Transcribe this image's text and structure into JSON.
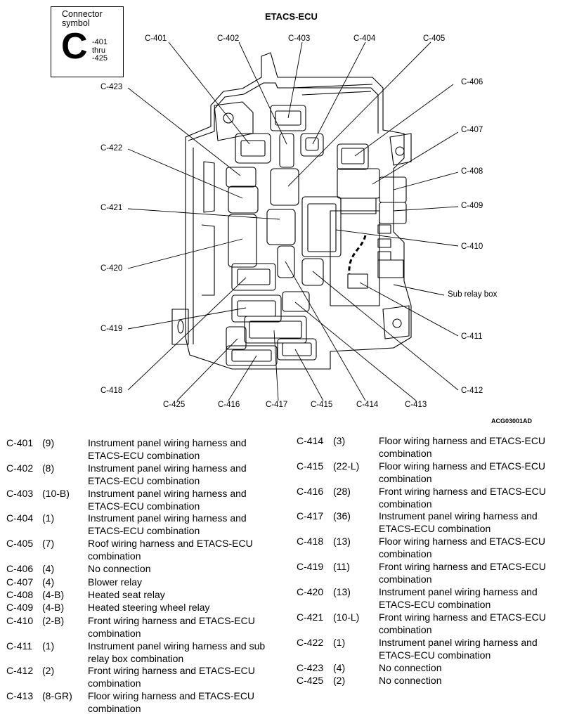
{
  "symbol": {
    "caption": "Connector symbol",
    "letter": "C",
    "range": [
      "-401",
      "thru",
      "-425"
    ]
  },
  "title": "ETACS-ECU",
  "figure_code": "ACG03001AD",
  "callouts": [
    "C-401",
    "C-402",
    "C-403",
    "C-404",
    "C-405",
    "C-406",
    "C-407",
    "C-408",
    "C-409",
    "C-410",
    "C-411",
    "C-412",
    "C-413",
    "C-414",
    "C-415",
    "C-416",
    "C-417",
    "C-418",
    "C-419",
    "C-420",
    "C-421",
    "C-422",
    "C-423",
    "C-425"
  ],
  "sub_relay_label": "Sub relay box",
  "legend_left": [
    {
      "id": "C-401",
      "count": "(9)",
      "desc": "Instrument panel wiring harness and ETACS-ECU combination"
    },
    {
      "id": "C-402",
      "count": "(8)",
      "desc": "Instrument panel wiring harness and ETACS-ECU combination"
    },
    {
      "id": "C-403",
      "count": "(10-B)",
      "desc": "Instrument panel wiring harness and ETACS-ECU combination"
    },
    {
      "id": "C-404",
      "count": "(1)",
      "desc": "Instrument panel wiring harness and ETACS-ECU combination"
    },
    {
      "id": "C-405",
      "count": "(7)",
      "desc": "Roof wiring harness and ETACS-ECU combination"
    },
    {
      "id": "C-406",
      "count": "(4)",
      "desc": "No connection"
    },
    {
      "id": "C-407",
      "count": "(4)",
      "desc": "Blower relay"
    },
    {
      "id": "C-408",
      "count": "(4-B)",
      "desc": "Heated seat relay"
    },
    {
      "id": "C-409",
      "count": "(4-B)",
      "desc": "Heated steering wheel relay"
    },
    {
      "id": "C-410",
      "count": "(2-B)",
      "desc": "Front wiring harness and ETACS-ECU combination"
    },
    {
      "id": "C-411",
      "count": "(1)",
      "desc": "Instrument panel wiring harness and sub relay box combination"
    },
    {
      "id": "C-412",
      "count": "(2)",
      "desc": "Front wiring harness and ETACS-ECU combination"
    },
    {
      "id": "C-413",
      "count": "(8-GR)",
      "desc": "Floor wiring harness and ETACS-ECU combination"
    }
  ],
  "legend_right": [
    {
      "id": "C-414",
      "count": "(3)",
      "desc": "Floor wiring harness and ETACS-ECU combination"
    },
    {
      "id": "C-415",
      "count": "(22-L)",
      "desc": "Floor wiring harness and ETACS-ECU combination"
    },
    {
      "id": "C-416",
      "count": "(28)",
      "desc": "Front wiring harness and ETACS-ECU combination"
    },
    {
      "id": "C-417",
      "count": "(36)",
      "desc": "Instrument panel wiring harness and ETACS-ECU combination"
    },
    {
      "id": "C-418",
      "count": "(13)",
      "desc": "Floor wiring harness and ETACS-ECU combination"
    },
    {
      "id": "C-419",
      "count": "(11)",
      "desc": "Front wiring harness and ETACS-ECU combination"
    },
    {
      "id": "C-420",
      "count": "(13)",
      "desc": "Instrument panel wiring harness and ETACS-ECU combination"
    },
    {
      "id": "C-421",
      "count": "(10-L)",
      "desc": "Front wiring harness and ETACS-ECU combination"
    },
    {
      "id": "C-422",
      "count": "(1)",
      "desc": "Instrument panel wiring harness and ETACS-ECU combination"
    },
    {
      "id": "C-423",
      "count": "(4)",
      "desc": "No connection"
    },
    {
      "id": "C-425",
      "count": "(2)",
      "desc": "No connection"
    }
  ]
}
